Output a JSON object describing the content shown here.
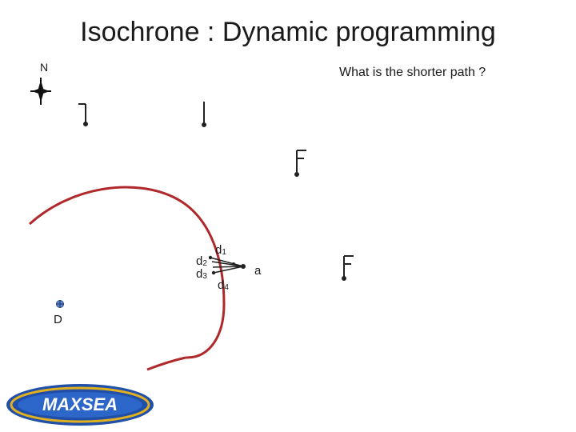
{
  "slide": {
    "title": "Isochrone : Dynamic programming",
    "question": "What is the shorter path ?"
  },
  "compass": {
    "north_label": "N"
  },
  "points": {
    "departure": "D",
    "a": "a",
    "d1": "d",
    "d1_sub": "1",
    "d2": "d",
    "d2_sub": "2",
    "d3": "d",
    "d3_sub": "3",
    "d4": "d",
    "d4_sub": "4"
  },
  "logo": {
    "text": "MAXSEA",
    "colors": {
      "outer": "#1f4fa8",
      "inner": "#e0b020",
      "text": "#ffffff"
    }
  },
  "colors": {
    "isochrone": "#b0282a",
    "lines": "#222222"
  },
  "icons": [
    "compass-rose-icon",
    "wind-barb-icon",
    "departure-marker-icon"
  ]
}
